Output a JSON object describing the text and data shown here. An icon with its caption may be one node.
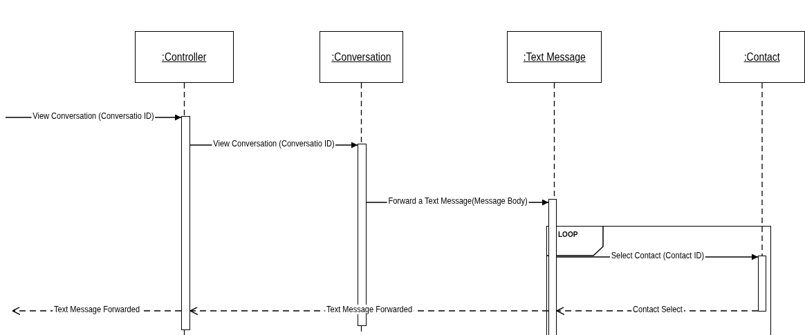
{
  "diagram": {
    "nodes": [
      {
        "text": [
          ":Controller"
        ]
      },
      {
        "text": [
          ":Conversation"
        ]
      },
      {
        "text": [
          ":Text Message"
        ]
      },
      {
        "text": [
          ":Contact"
        ]
      },
      {
        "text": [
          "LOOP"
        ]
      },
      {
        "text": [],
        "shape": "bar"
      },
      {
        "text": [],
        "shape": "bar"
      },
      {
        "text": [],
        "shape": "bar"
      },
      {
        "text": [],
        "shape": "bar",
        "in": 4
      }
    ],
    "edges": [
      {
        "from": null,
        "to": 5,
        "arrow": "to",
        "label": "View Conversation (Conversatio ID)"
      },
      {
        "from": 5,
        "to": 6,
        "arrow": "to",
        "label": "View Conversation (Conversatio ID)"
      },
      {
        "from": 6,
        "to": 7,
        "arrow": "to",
        "label": "Forward a Text Message(Message Body)"
      },
      {
        "from": 7,
        "to": 8,
        "arrow": "to",
        "label": "Select Contact (Contact ID)"
      },
      {
        "from": 8,
        "to": 7,
        "arrow": "to",
        "label": "Contact Select",
        "style": "dashed"
      },
      {
        "from": 7,
        "to": 5,
        "arrow": "to",
        "label": "Text Message Forwarded",
        "style": "dashed"
      },
      {
        "from": 5,
        "to": null,
        "arrow": "to",
        "label": "Text Message Forwarded",
        "style": "dashed"
      },
      {
        "from": 0,
        "to": 5,
        "arrow": "none",
        "style": "dashed"
      },
      {
        "from": 1,
        "to": 6,
        "arrow": "none",
        "style": "dashed"
      },
      {
        "from": 2,
        "to": 7,
        "arrow": "none",
        "style": "dashed"
      },
      {
        "from": 3,
        "to": 8,
        "arrow": "none",
        "style": "dashed"
      }
    ]
  }
}
